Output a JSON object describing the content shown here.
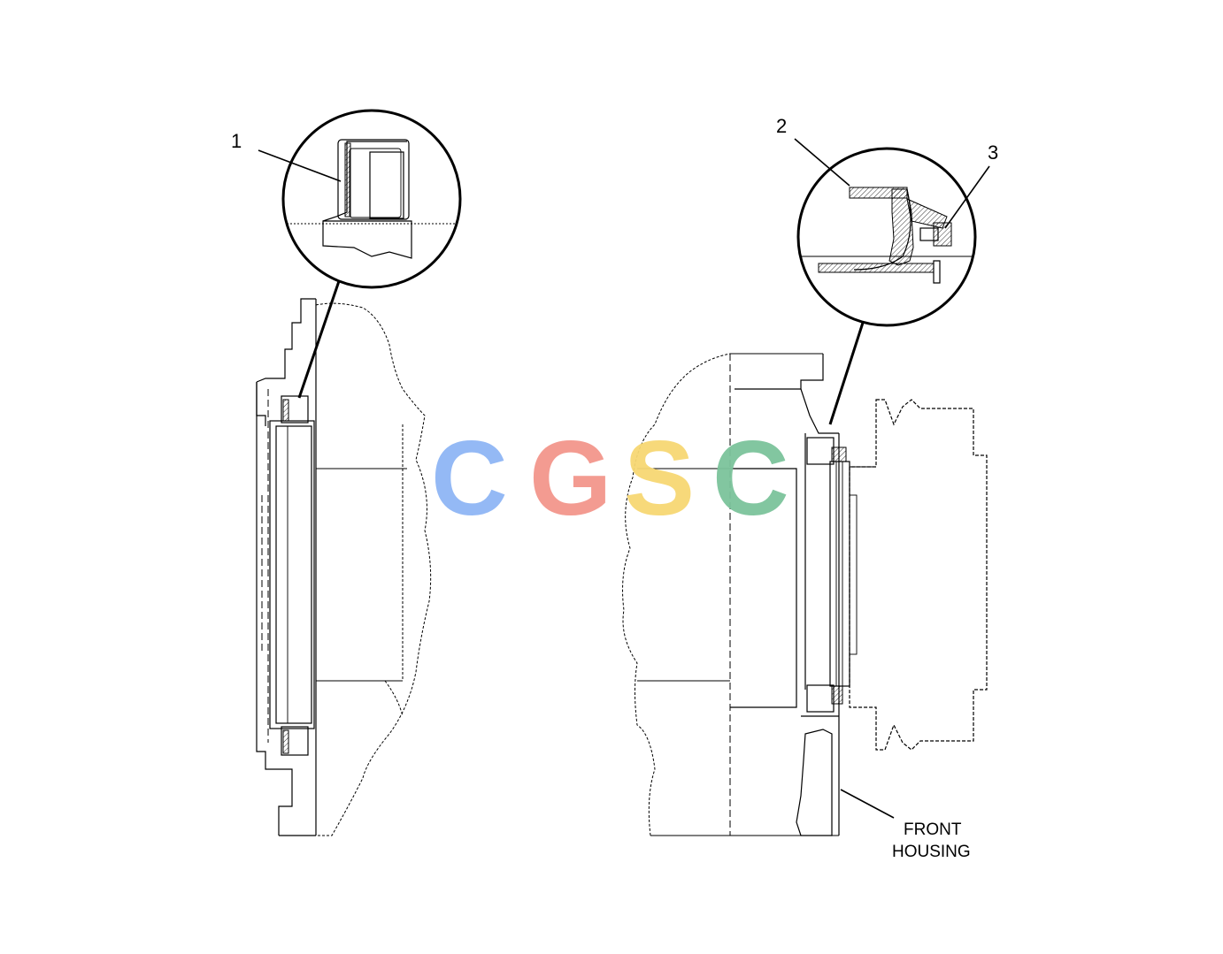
{
  "callouts": {
    "c1": "1",
    "c2": "2",
    "c3": "3"
  },
  "front_housing": {
    "line1": "FRONT",
    "line2": "HOUSING"
  },
  "watermark": {
    "letters": [
      "C",
      "G",
      "S",
      "C"
    ],
    "colors": [
      "#8fb6f5",
      "#f3968c",
      "#f7d873",
      "#7cc39b"
    ]
  }
}
